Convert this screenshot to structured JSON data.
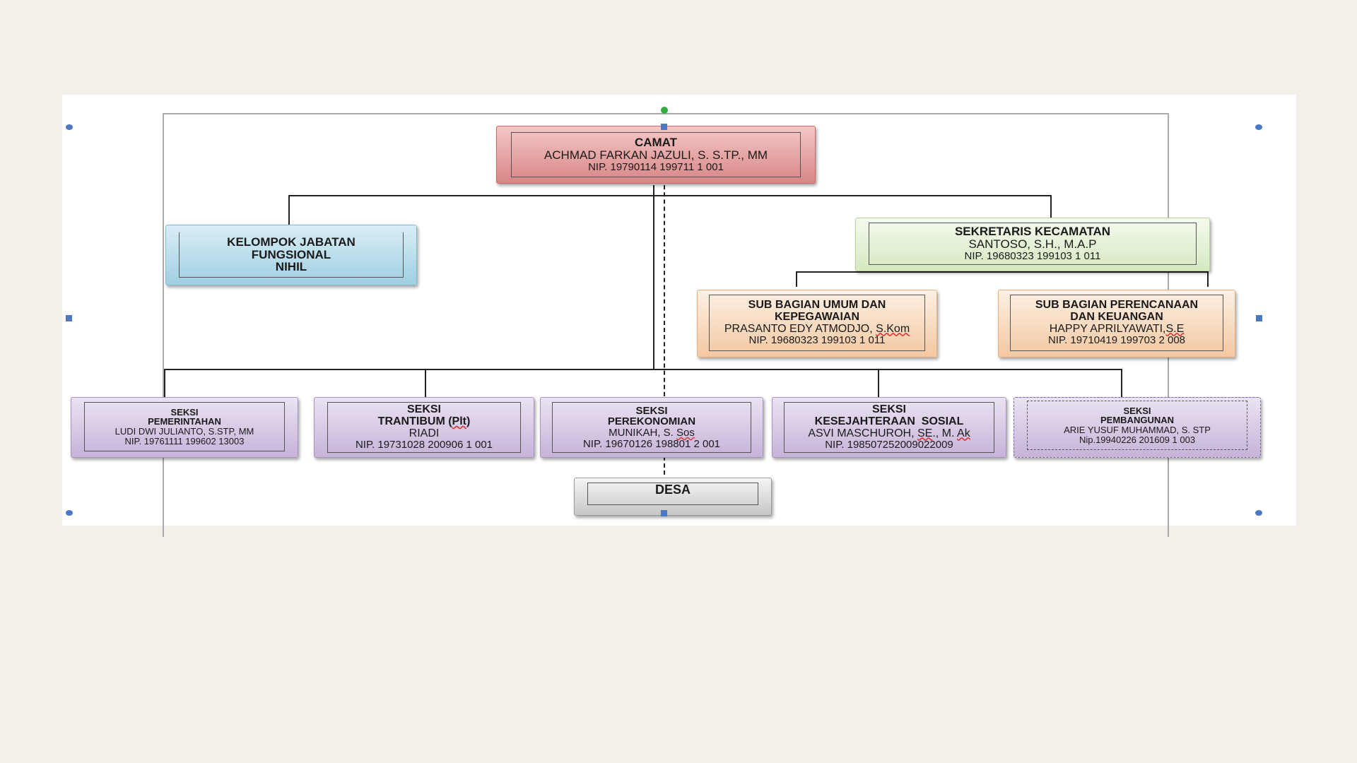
{
  "org_chart": {
    "camat": {
      "title": "CAMAT",
      "name": "ACHMAD FARKAN JAZULI, S. S.TP., MM",
      "nip": "NIP. 19790114 199711 1 001"
    },
    "kelompok": {
      "line1": "KELOMPOK JABATAN",
      "line2": "FUNGSIONAL",
      "line3": "NIHIL"
    },
    "sekretaris": {
      "title": "SEKRETARIS KECAMATAN",
      "name": "SANTOSO, S.H., M.A.P",
      "nip": "NIP. 19680323 199103 1 011"
    },
    "sub_umum": {
      "line1": "SUB BAGIAN UMUM DAN",
      "line2": "KEPEGAWAIAN",
      "name_pre": "PRASANTO EDY ATMODJO, ",
      "name_mark": "S.Kom",
      "nip": "NIP. 19680323 199103 1 011"
    },
    "sub_perencanaan": {
      "line1": "SUB BAGIAN PERENCANAAN",
      "line2": "DAN KEUANGAN",
      "name_pre": "HAPPY APRILYAWATI,",
      "name_mark": "S.E",
      "nip": "NIP. 19710419 199703 2 008"
    },
    "seksi_pemerintahan": {
      "line1": "SEKSI",
      "line2": "PEMERINTAHAN",
      "name": "LUDI DWI JULIANTO, S.STP, MM",
      "nip": "NIP. 19761111 199602 13003"
    },
    "seksi_trantibum": {
      "line1": "SEKSI",
      "line2_pre": "TRANTIBUM (",
      "line2_mark": "Plt",
      "line2_post": ")",
      "name": "RIADI",
      "nip": "NIP. 19731028 200906 1 001"
    },
    "seksi_perekonomian": {
      "line1": "SEKSI",
      "line2": "PEREKONOMIAN",
      "name_pre": "MUNIKAH, S. ",
      "name_mark": "Sos",
      "nip": "NIP. 19670126 198801 2 001"
    },
    "seksi_kesejahteraan": {
      "line1": "SEKSI",
      "line2": "KESEJAHTERAAN  SOSIAL",
      "name_pre": "ASVI MASCHUROH, ",
      "name_mark": "SE",
      "name_mid": "., M. ",
      "name_mark2": "Ak",
      "nip": "NIP. 198507252009022009"
    },
    "seksi_pembangunan": {
      "line1": "SEKSI",
      "line2": "PEMBANGUNAN",
      "name": "ARIE YUSUF MUHAMMAD, S. STP",
      "nip": "Nip.19940226 201609 1 003"
    },
    "desa": {
      "title": "DESA"
    }
  },
  "colors": {
    "camat": "#d88686",
    "kelompok": "#9fcfe2",
    "sekretaris": "#d5e9c1",
    "subbagian": "#f3c8a1",
    "seksi": "#c6b3d9",
    "desa": "#c6c6c6",
    "selection_handle": "#4a78c2",
    "rotation_handle": "#2fae3c"
  }
}
